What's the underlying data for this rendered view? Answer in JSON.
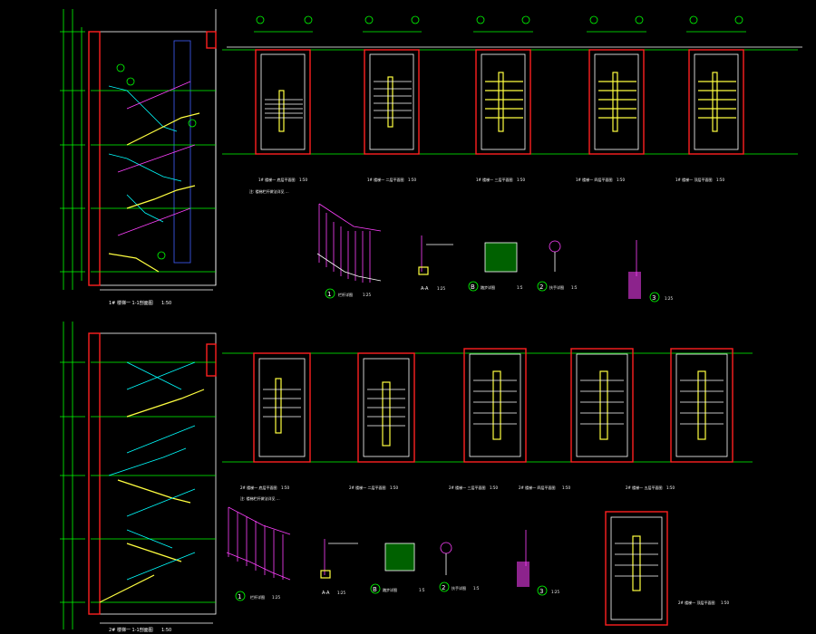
{
  "sheet": {
    "section_1_title": "1# 楼梯一 1-1剖面图",
    "section_1_scale": "1:50",
    "section_2_title": "2# 楼梯一 1-1剖面图",
    "section_2_scale": "1:50",
    "plans_row_1": [
      {
        "title": "1# 楼梯一 底层平面图",
        "scale": "1:50"
      },
      {
        "title": "1# 楼梯一 二层平面图",
        "scale": "1:50"
      },
      {
        "title": "1# 楼梯一 三层平面图",
        "scale": "1:50"
      },
      {
        "title": "1# 楼梯一 四层平面图",
        "scale": "1:50"
      },
      {
        "title": "1# 楼梯一 顶层平面图",
        "scale": "1:50"
      }
    ],
    "plans_row_2": [
      {
        "title": "2# 楼梯一 底层平面图",
        "scale": "1:50"
      },
      {
        "title": "2# 楼梯一 二层平面图",
        "scale": "1:50"
      },
      {
        "title": "2# 楼梯一 三层平面图",
        "scale": "1:50"
      },
      {
        "title": "2# 楼梯一 四层平面图",
        "scale": "1:50"
      },
      {
        "title": "2# 楼梯一 五层平面图",
        "scale": "1:50"
      },
      {
        "title": "2# 楼梯一 顶层平面图",
        "scale": "1:50"
      }
    ],
    "note_row_1": "注: 楼梯栏杆做法详见 ...",
    "note_row_2": "注: 楼梯栏杆做法详见 ...",
    "details_row_1": [
      {
        "num": "1",
        "title": "栏杆详图",
        "scale": "1:25"
      },
      {
        "num": "A-A",
        "title": "",
        "scale": "1:25"
      },
      {
        "num": "B",
        "title": "踏步详图",
        "scale": "1:5"
      },
      {
        "num": "2",
        "title": "扶手详图",
        "scale": "1:5"
      },
      {
        "num": "3",
        "title": "",
        "scale": "1:25"
      }
    ],
    "details_row_2": [
      {
        "num": "1",
        "title": "栏杆详图",
        "scale": "1:25"
      },
      {
        "num": "A-A",
        "title": "",
        "scale": "1:25"
      },
      {
        "num": "B",
        "title": "踏步详图",
        "scale": "1:5"
      },
      {
        "num": "2",
        "title": "扶手详图",
        "scale": "1:5"
      },
      {
        "num": "3",
        "title": "",
        "scale": "1:25"
      }
    ],
    "colors": {
      "background": "#000000",
      "dimension": "#00ff00",
      "wall": "#ff2020",
      "stair": "#00ffff",
      "handrail": "#ffff40",
      "railing": "#ff40ff",
      "text": "#ffffff"
    }
  }
}
